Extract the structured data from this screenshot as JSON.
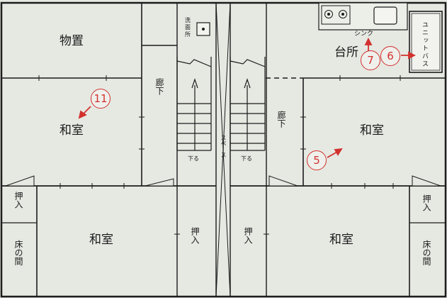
{
  "rooms": {
    "storage": "物置",
    "washroom": "洗面所",
    "kitchen": "台所",
    "sink": "シンク",
    "unit_bath": "ユニットバス",
    "corridor_left": "廊下",
    "corridor_right": "廊下",
    "washitsu_upper_left": "和室",
    "washitsu_upper_right": "和室",
    "washitsu_lower_left": "和室",
    "washitsu_lower_right": "和室",
    "oshiire_far_left": "押入",
    "oshiire_center_left": "押入",
    "oshiire_center_right": "押入",
    "oshiire_far_right": "押入",
    "tokonoma_left": "床の間",
    "tokonoma_right": "床の間",
    "space": "スペース",
    "stairs_down_left": "下る",
    "stairs_down_right": "下る"
  },
  "markers": {
    "m11": "11",
    "m7": "7",
    "m6": "6",
    "m5": "5"
  },
  "colors": {
    "wall": "#1c1c1c",
    "marker": "#d2312e",
    "paper": "#e6e8e2"
  }
}
